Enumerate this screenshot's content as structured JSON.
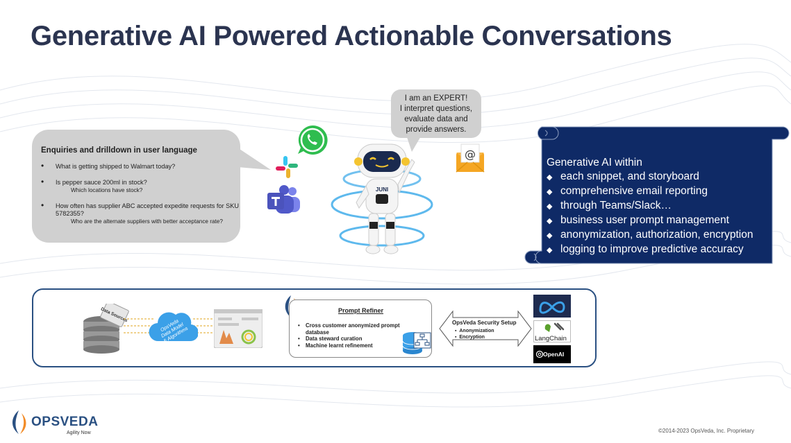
{
  "slide": {
    "title": "Generative AI Powered Actionable Conversations",
    "colors": {
      "title": "#2b3450",
      "navy": "#0f2a66",
      "bubble": "#d0d0d0",
      "border": "#2a5082"
    }
  },
  "enquiries": {
    "heading": "Enquiries and drilldown in user language",
    "items": [
      {
        "text": "What is getting shipped to Walmart today?",
        "sub": ""
      },
      {
        "text": "Is pepper sauce 200ml in stock?",
        "sub": "Which locations have stock?"
      },
      {
        "text": "How often has supplier ABC accepted expedite requests for SKU 5782355?",
        "sub": "Who are the alternate suppliers with better acceptance rate?"
      }
    ]
  },
  "channels": {
    "icons": [
      "whatsapp-icon",
      "slack-icon",
      "teams-icon",
      "email-icon"
    ]
  },
  "robot": {
    "badge": "JUNI"
  },
  "expert_bubble": {
    "lines": [
      "I am an EXPERT!",
      "I interpret questions,",
      "evaluate data and",
      "provide answers."
    ]
  },
  "scroll": {
    "title": "Generative AI within",
    "items": [
      "each snippet, and storyboard",
      "comprehensive email reporting",
      "through Teams/Slack…",
      "business user prompt management",
      "anonymization, authorization, encryption",
      "logging to improve predictive accuracy"
    ]
  },
  "pipeline": {
    "data_sources_label": "Data Sources",
    "cloud_label_1": "OpsVeda",
    "cloud_label_2": "Data Model",
    "cloud_label_3": "& Algorithms"
  },
  "prompt_refiner": {
    "title": "Prompt Refiner",
    "items": [
      "Cross customer anonymized prompt database",
      "Data steward curation",
      "Machine learnt refinement"
    ]
  },
  "security": {
    "title": "OpsVeda Security Setup",
    "items": [
      "Anonymization",
      "Encryption"
    ]
  },
  "providers": {
    "meta": "Meta",
    "langchain": "LangChain",
    "openai": "OpenAI"
  },
  "footer": {
    "brand": "OpsVeda",
    "tagline": "Agility Now",
    "copyright": "©2014-2023 OpsVeda, Inc.  Proprietary"
  }
}
